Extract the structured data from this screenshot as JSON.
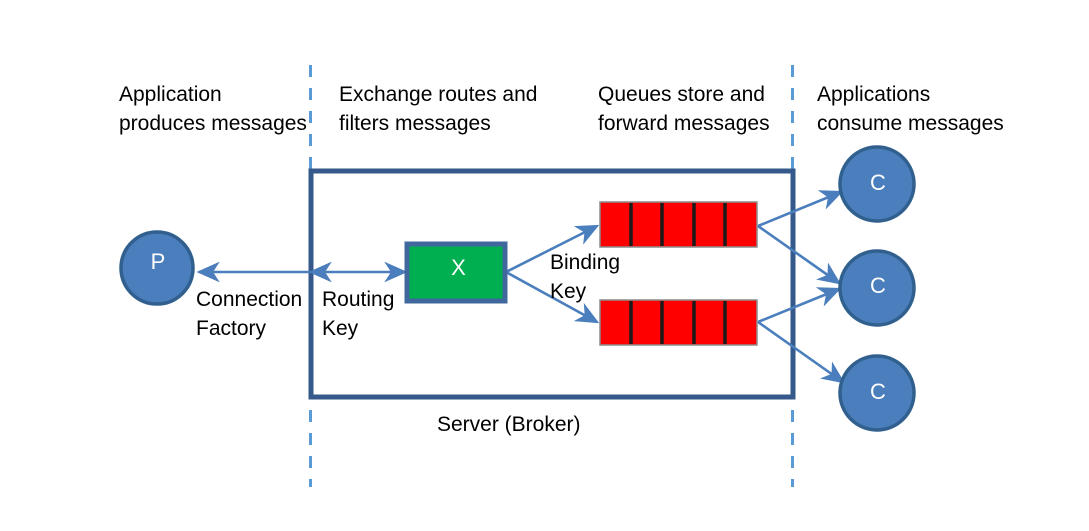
{
  "diagram": {
    "title": "Server (Broker)",
    "zone_captions": [
      {
        "id": "producer-zone",
        "text": "Application\nproduces messages"
      },
      {
        "id": "exchange-zone",
        "text": "Exchange routes and\nfilters messages"
      },
      {
        "id": "queue-zone",
        "text": "Queues store and\nforward messages"
      },
      {
        "id": "consumer-zone",
        "text": "Applications\nconsume messages"
      }
    ],
    "nodes": {
      "producer": {
        "label": "P"
      },
      "exchange": {
        "label": "X"
      },
      "consumers": [
        {
          "label": "C"
        },
        {
          "label": "C"
        },
        {
          "label": "C"
        }
      ],
      "queues": [
        {
          "cells": 5
        },
        {
          "cells": 5
        }
      ]
    },
    "edge_labels": {
      "connection_factory": "Connection\nFactory",
      "routing_key": "Routing\nKey",
      "binding_key": "Binding\nKey"
    },
    "server_label": "Server (Broker)",
    "colors": {
      "node_blue_fill": "#4A7EBC",
      "node_blue_stroke": "#31608F",
      "exchange_green_fill": "#00B050",
      "exchange_green_stroke": "#41689E",
      "queue_red_fill": "#FF0000",
      "queue_cell_divider": "#1A1A1A",
      "server_border": "#35598A",
      "arrow_blue": "#4A7EBC",
      "divider_dashed": "#5B9BD5",
      "text_black": "#000000",
      "text_white": "#FFFFFF",
      "background": "#FFFFFF"
    }
  }
}
